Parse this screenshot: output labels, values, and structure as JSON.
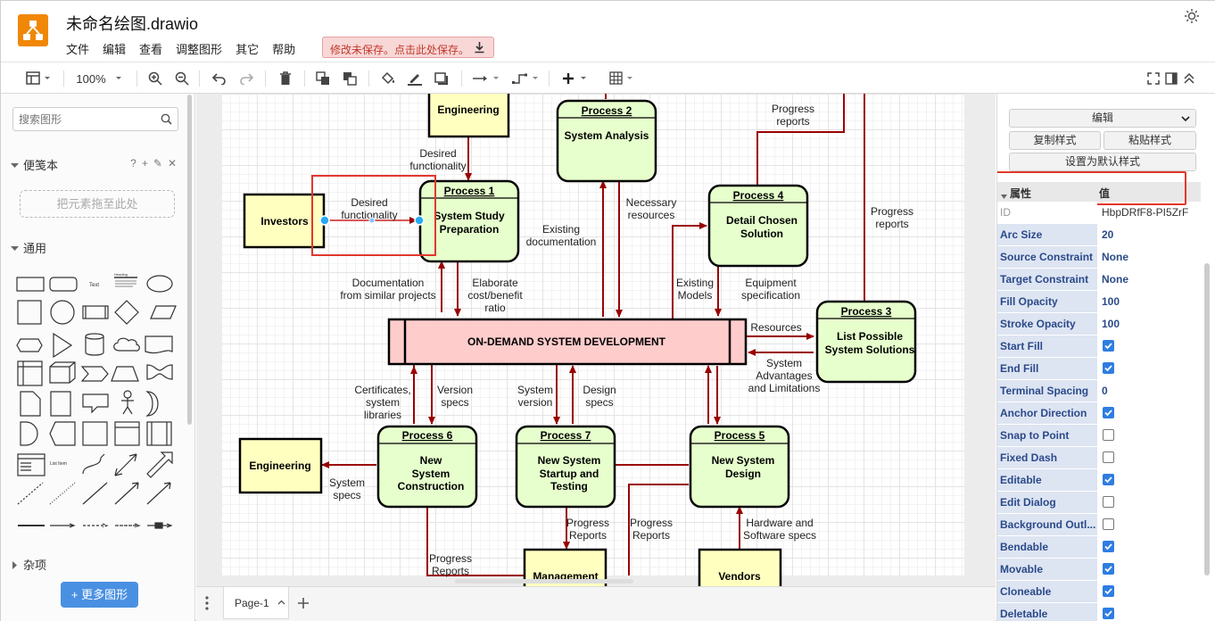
{
  "app": {
    "title": "未命名绘图.drawio",
    "menu": [
      "文件",
      "编辑",
      "查看",
      "调整图形",
      "其它",
      "帮助"
    ],
    "save_notice": "修改未保存。点击此处保存。"
  },
  "toolbar": {
    "zoom": "100%",
    "icons": [
      "format-panel-icon",
      "zoom-in-icon",
      "zoom-out-icon",
      "undo-icon",
      "redo-icon",
      "delete-icon",
      "to-front-icon",
      "to-back-icon",
      "fill-color-icon",
      "line-color-icon",
      "shadow-icon",
      "connection-icon",
      "waypoints-icon",
      "insert-icon",
      "table-icon",
      "fullscreen-icon",
      "format-toggle-icon",
      "collapse-icon"
    ]
  },
  "sidebar": {
    "search_placeholder": "搜索图形",
    "scratchpad_label": "便笺本",
    "scratchpad_tools": [
      "?",
      "+",
      "✎",
      "✕"
    ],
    "scratchpad_drop": "把元素拖至此处",
    "general_label": "通用",
    "misc_label": "杂项",
    "more_shapes": "+ 更多图形",
    "shape_text_label": "Text",
    "shape_heading_label": "Heading",
    "shape_list_label": "List Item"
  },
  "diagram": {
    "central": "ON-DEMAND SYSTEM DEVELOPMENT",
    "boxes": {
      "engineering_top": "Engineering",
      "investors": "Investors",
      "engineering_left": "Engineering",
      "management": "Management",
      "vendors": "Vendors"
    },
    "processes": {
      "p1": {
        "title": "Process 1",
        "body": [
          "System Study",
          "Preparation"
        ]
      },
      "p2": {
        "title": "Process 2",
        "body": [
          "System Analysis"
        ]
      },
      "p3": {
        "title": "Process 3",
        "body": [
          "List Possible",
          "System Solutions"
        ]
      },
      "p4": {
        "title": "Process 4",
        "body": [
          "Detail Chosen",
          "Solution"
        ]
      },
      "p5": {
        "title": "Process 5",
        "body": [
          "New System",
          "Design"
        ]
      },
      "p6": {
        "title": "Process 6",
        "body": [
          "New",
          "System",
          "Construction"
        ]
      },
      "p7": {
        "title": "Process 7",
        "body": [
          "New System",
          "Startup and",
          "Testing"
        ]
      }
    },
    "labels": {
      "desired_func_top": [
        "Desired",
        "functionality"
      ],
      "desired_func_left": [
        "Desired",
        "functionality"
      ],
      "existing_doc": [
        "Existing",
        "documentation"
      ],
      "necessary_res": [
        "Necessary",
        "resources"
      ],
      "progress_reports_top": [
        "Progress",
        "reports"
      ],
      "progress_reports_right": [
        "Progress",
        "reports"
      ],
      "doc_similar": [
        "Documentation",
        "from similar projects"
      ],
      "elaborate": [
        "Elaborate",
        "cost/benefit",
        "ratio"
      ],
      "existing_models": [
        "Existing",
        "Models"
      ],
      "equipment_spec": [
        "Equipment",
        "specification"
      ],
      "resources": [
        "Resources"
      ],
      "system_adv": [
        "System",
        "Advantages",
        "and Limitations"
      ],
      "certificates": [
        "Certificates,",
        "system",
        "libraries"
      ],
      "version_specs": [
        "Version",
        "specs"
      ],
      "system_version": [
        "System",
        "version"
      ],
      "design_specs": [
        "Design",
        "specs"
      ],
      "system_specs": [
        "System",
        "specs"
      ],
      "progress_reports_p7": [
        "Progress",
        "Reports"
      ],
      "progress_reports_p5": [
        "Progress",
        "Reports"
      ],
      "hardware_specs": [
        "Hardware and",
        "Software specs"
      ],
      "progress_reports_p6": [
        "Progress",
        "Reports"
      ]
    }
  },
  "pagebar": {
    "tab": "Page-1"
  },
  "format_panel": {
    "edit_select": "编辑",
    "copy_style": "复制样式",
    "paste_style": "粘贴样式",
    "set_default": "设置为默认样式",
    "prop_header_key": "属性",
    "prop_header_value": "值",
    "properties": [
      {
        "key": "ID",
        "value": "HbpDRfF8-PI5ZrF",
        "type": "id"
      },
      {
        "key": "Arc Size",
        "value": "20",
        "type": "text"
      },
      {
        "key": "Source Constraint",
        "value": "None",
        "type": "text"
      },
      {
        "key": "Target Constraint",
        "value": "None",
        "type": "text"
      },
      {
        "key": "Fill Opacity",
        "value": "100",
        "type": "text"
      },
      {
        "key": "Stroke Opacity",
        "value": "100",
        "type": "text"
      },
      {
        "key": "Start Fill",
        "value": true,
        "type": "bool"
      },
      {
        "key": "End Fill",
        "value": true,
        "type": "bool"
      },
      {
        "key": "Terminal Spacing",
        "value": "0",
        "type": "text"
      },
      {
        "key": "Anchor Direction",
        "value": true,
        "type": "bool"
      },
      {
        "key": "Snap to Point",
        "value": false,
        "type": "bool"
      },
      {
        "key": "Fixed Dash",
        "value": false,
        "type": "bool"
      },
      {
        "key": "Editable",
        "value": true,
        "type": "bool"
      },
      {
        "key": "Edit Dialog",
        "value": false,
        "type": "bool"
      },
      {
        "key": "Background Outl...",
        "value": false,
        "type": "bool"
      },
      {
        "key": "Bendable",
        "value": true,
        "type": "bool"
      },
      {
        "key": "Movable",
        "value": true,
        "type": "bool"
      },
      {
        "key": "Cloneable",
        "value": true,
        "type": "bool"
      },
      {
        "key": "Deletable",
        "value": true,
        "type": "bool"
      }
    ]
  },
  "colors": {
    "brand": "#f08705",
    "process_fill": "#e6ffcc",
    "box_fill": "#ffffc0",
    "central_fill": "#ffcccc",
    "edge": "#990000",
    "selection": "#e0392d",
    "accent": "#2f7de1"
  }
}
